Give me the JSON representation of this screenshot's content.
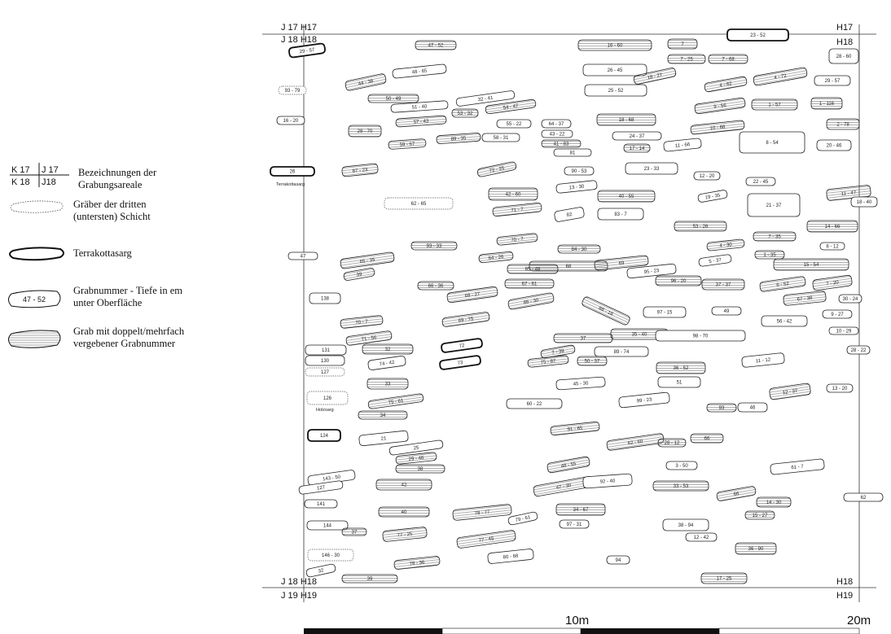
{
  "legend": {
    "items": [
      {
        "kind": "areas",
        "label_lines": [
          "Bezeichnungen der",
          "Grabungsareale"
        ],
        "grid": [
          "K 17",
          "J 17",
          "K 18",
          "J18"
        ]
      },
      {
        "kind": "third-layer",
        "label_lines": [
          "Gräber der dritten",
          "(untersten) Schicht"
        ]
      },
      {
        "kind": "terracotta",
        "label_lines": [
          "Terrakottasarg"
        ]
      },
      {
        "kind": "number",
        "label_lines": [
          "Grabnummer - Tiefe in em",
          "unter Oberfläche"
        ],
        "sample": "47 - 52"
      },
      {
        "kind": "multi",
        "label_lines": [
          "Grab mit doppelt/mehrfach",
          "vergebener Grabnummer"
        ]
      }
    ]
  },
  "grid_labels": {
    "tl_top": "J 17 H17",
    "tl_bot": "J 18 H18",
    "tr_top": "H17",
    "tr_bot": "H18",
    "bl_top": "J 18 H18",
    "bl_bot": "J 19 H19",
    "br_top": "H18",
    "br_bot": "H19"
  },
  "scale": {
    "mid": "10m",
    "end": "20m"
  },
  "notes": {
    "terracotta": "Terrakottasarg",
    "wood": "Holzsarg"
  },
  "graves": [
    {
      "l": "29 - 57",
      "t": "t"
    },
    {
      "l": "47 - 52",
      "t": "h"
    },
    {
      "l": "16 - 60",
      "t": "h"
    },
    {
      "l": "7",
      "t": "h"
    },
    {
      "l": "23 - 52",
      "t": "t"
    },
    {
      "l": "7 - 25",
      "t": "h"
    },
    {
      "l": "7 - 68",
      "t": "h"
    },
    {
      "l": "28 - 60",
      "t": "n"
    },
    {
      "l": "48 - 65",
      "t": "n"
    },
    {
      "l": "26 - 45",
      "t": "n"
    },
    {
      "l": "18 - 27",
      "t": "h"
    },
    {
      "l": "4 - 72",
      "t": "h"
    },
    {
      "l": "4 - 62",
      "t": "h"
    },
    {
      "l": "29 - 57",
      "t": "n"
    },
    {
      "l": "93 - 79",
      "t": "d"
    },
    {
      "l": "44 - 38",
      "t": "h"
    },
    {
      "l": "25 - 52",
      "t": "n"
    },
    {
      "l": "50 - 49",
      "t": "h"
    },
    {
      "l": "51 - 40",
      "t": "n"
    },
    {
      "l": "32 - 41",
      "t": "n"
    },
    {
      "l": "54 - 47",
      "t": "h"
    },
    {
      "l": "9 - 56",
      "t": "h"
    },
    {
      "l": "1 - 57",
      "t": "h"
    },
    {
      "l": "1 - 116",
      "t": "h"
    },
    {
      "l": "16 - 20",
      "t": "n"
    },
    {
      "l": "57 - 43",
      "t": "h"
    },
    {
      "l": "53 - 32",
      "t": "h"
    },
    {
      "l": "55 - 22",
      "t": "n"
    },
    {
      "l": "18 - 68",
      "t": "h"
    },
    {
      "l": "10 - 68",
      "t": "h"
    },
    {
      "l": "2 - 78",
      "t": "h"
    },
    {
      "l": "28 - 70",
      "t": "h"
    },
    {
      "l": "64 - 37",
      "t": "n"
    },
    {
      "l": "24 - 37",
      "t": "n"
    },
    {
      "l": "59 - 67",
      "t": "h"
    },
    {
      "l": "89 - 35",
      "t": "h"
    },
    {
      "l": "58 - 31",
      "t": "n"
    },
    {
      "l": "43 - 22",
      "t": "n"
    },
    {
      "l": "41 - 83",
      "t": "h"
    },
    {
      "l": "11 - 66",
      "t": "n"
    },
    {
      "l": "8 - 54",
      "t": "n"
    },
    {
      "l": "20 - 46",
      "t": "n"
    },
    {
      "l": "17 - 14",
      "t": "h"
    },
    {
      "l": "81",
      "t": "n"
    },
    {
      "l": "87 - 23",
      "t": "h"
    },
    {
      "l": "72 - 25",
      "t": "h"
    },
    {
      "l": "90 - 53",
      "t": "n"
    },
    {
      "l": "23 - 33",
      "t": "n"
    },
    {
      "l": "12 - 20",
      "t": "n"
    },
    {
      "l": "26",
      "t": "t"
    },
    {
      "l": "13 - 30",
      "t": "n"
    },
    {
      "l": "22 - 45",
      "t": "n"
    },
    {
      "l": "42 - 60",
      "t": "h"
    },
    {
      "l": "40 - 55",
      "t": "h"
    },
    {
      "l": "19 - 35",
      "t": "n"
    },
    {
      "l": "11 - 47",
      "t": "h"
    },
    {
      "l": "18 - 40",
      "t": "n"
    },
    {
      "l": "62 - 65",
      "t": "d"
    },
    {
      "l": "21 - 37",
      "t": "n"
    },
    {
      "l": "71 - 7",
      "t": "h"
    },
    {
      "l": "83 - 7",
      "t": "n"
    },
    {
      "l": "82",
      "t": "n"
    },
    {
      "l": "53 - 26",
      "t": "h"
    },
    {
      "l": "14 - 66",
      "t": "h"
    },
    {
      "l": "70 - 7",
      "t": "h"
    },
    {
      "l": "7 - 35",
      "t": "h"
    },
    {
      "l": "93 - 33",
      "t": "h"
    },
    {
      "l": "84 - 30",
      "t": "h"
    },
    {
      "l": "4 - 30",
      "t": "h"
    },
    {
      "l": "8 - 12",
      "t": "n"
    },
    {
      "l": "47",
      "t": "n"
    },
    {
      "l": "65 - 35",
      "t": "h"
    },
    {
      "l": "64 - 26",
      "t": "h"
    },
    {
      "l": "68",
      "t": "h"
    },
    {
      "l": "69",
      "t": "h"
    },
    {
      "l": "5 - 37",
      "t": "n"
    },
    {
      "l": "1 - 35",
      "t": "h"
    },
    {
      "l": "15 - 54",
      "t": "h"
    },
    {
      "l": "39",
      "t": "h"
    },
    {
      "l": "85 - 48",
      "t": "h"
    },
    {
      "l": "95 - 23",
      "t": "n"
    },
    {
      "l": "96 - 20",
      "t": "h"
    },
    {
      "l": "7 - 20",
      "t": "h"
    },
    {
      "l": "66 - 36",
      "t": "h"
    },
    {
      "l": "67 - 61",
      "t": "h"
    },
    {
      "l": "37 - 37",
      "t": "h"
    },
    {
      "l": "6 - 52",
      "t": "h"
    },
    {
      "l": "138",
      "t": "n"
    },
    {
      "l": "68 - 27",
      "t": "h"
    },
    {
      "l": "86 - 30",
      "t": "h"
    },
    {
      "l": "67 - 38",
      "t": "h"
    },
    {
      "l": "30 - 24",
      "t": "n"
    },
    {
      "l": "88 - 18",
      "t": "h"
    },
    {
      "l": "97 - 15",
      "t": "n"
    },
    {
      "l": "49",
      "t": "n"
    },
    {
      "l": "9 - 27",
      "t": "n"
    },
    {
      "l": "70 - 7",
      "t": "h"
    },
    {
      "l": "69 - 75",
      "t": "h"
    },
    {
      "l": "56 - 42",
      "t": "n"
    },
    {
      "l": "10 - 29",
      "t": "n"
    },
    {
      "l": "71 - 56",
      "t": "h"
    },
    {
      "l": "37",
      "t": "h"
    },
    {
      "l": "35 - 40",
      "t": "h"
    },
    {
      "l": "98 - 70",
      "t": "n"
    },
    {
      "l": "131",
      "t": "n"
    },
    {
      "l": "32",
      "t": "h"
    },
    {
      "l": "72",
      "t": "t"
    },
    {
      "l": "7 - 39",
      "t": "h"
    },
    {
      "l": "89 - 74",
      "t": "n"
    },
    {
      "l": "28 - 22",
      "t": "n"
    },
    {
      "l": "130",
      "t": "n"
    },
    {
      "l": "74 - 42",
      "t": "n"
    },
    {
      "l": "73",
      "t": "t"
    },
    {
      "l": "75 - 87",
      "t": "h"
    },
    {
      "l": "50 - 37",
      "t": "h"
    },
    {
      "l": "11 - 12",
      "t": "n"
    },
    {
      "l": "127",
      "t": "d"
    },
    {
      "l": "36 - 52",
      "t": "h"
    },
    {
      "l": "51",
      "t": "n"
    },
    {
      "l": "45 - 30",
      "t": "n"
    },
    {
      "l": "33",
      "t": "h"
    },
    {
      "l": "12 - 37",
      "t": "h"
    },
    {
      "l": "13 - 20",
      "t": "n"
    },
    {
      "l": "126",
      "t": "d"
    },
    {
      "l": "75 - 61",
      "t": "h"
    },
    {
      "l": "99 - 23",
      "t": "n"
    },
    {
      "l": "60 - 22",
      "t": "n"
    },
    {
      "l": "93",
      "t": "h"
    },
    {
      "l": "46",
      "t": "n"
    },
    {
      "l": "34",
      "t": "h"
    },
    {
      "l": "91 - 65",
      "t": "h"
    },
    {
      "l": "124",
      "t": "t"
    },
    {
      "l": "21",
      "t": "n"
    },
    {
      "l": "62 - 60",
      "t": "h"
    },
    {
      "l": "28 - 12",
      "t": "h"
    },
    {
      "l": "66",
      "t": "h"
    },
    {
      "l": "25",
      "t": "n"
    },
    {
      "l": "29 - 46",
      "t": "h"
    },
    {
      "l": "38",
      "t": "h"
    },
    {
      "l": "48 - 55",
      "t": "h"
    },
    {
      "l": "3 - 50",
      "t": "n"
    },
    {
      "l": "61 - 7",
      "t": "n"
    },
    {
      "l": "143 - 50",
      "t": "n"
    },
    {
      "l": "127",
      "t": "n"
    },
    {
      "l": "42",
      "t": "h"
    },
    {
      "l": "47 - 30",
      "t": "h"
    },
    {
      "l": "92 - 40",
      "t": "n"
    },
    {
      "l": "33 - 53",
      "t": "h"
    },
    {
      "l": "66",
      "t": "h"
    },
    {
      "l": "14 - 30",
      "t": "h"
    },
    {
      "l": "62",
      "t": "n"
    },
    {
      "l": "141",
      "t": "n"
    },
    {
      "l": "40",
      "t": "h"
    },
    {
      "l": "78 - 77",
      "t": "h"
    },
    {
      "l": "34 - 67",
      "t": "h"
    },
    {
      "l": "79 - 61",
      "t": "n"
    },
    {
      "l": "15 - 27",
      "t": "h"
    },
    {
      "l": "144",
      "t": "n"
    },
    {
      "l": "37",
      "t": "h"
    },
    {
      "l": "77 - 25",
      "t": "h"
    },
    {
      "l": "97 - 31",
      "t": "n"
    },
    {
      "l": "38 - 94",
      "t": "n"
    },
    {
      "l": "12 - 42",
      "t": "n"
    },
    {
      "l": "77 - 45",
      "t": "h"
    },
    {
      "l": "36 - 90",
      "t": "h"
    },
    {
      "l": "146 - 30",
      "t": "d"
    },
    {
      "l": "32",
      "t": "n"
    },
    {
      "l": "78 - 36",
      "t": "h"
    },
    {
      "l": "80 - 68",
      "t": "n"
    },
    {
      "l": "94",
      "t": "n"
    },
    {
      "l": "39",
      "t": "h"
    },
    {
      "l": "17 - 25",
      "t": "h"
    }
  ]
}
